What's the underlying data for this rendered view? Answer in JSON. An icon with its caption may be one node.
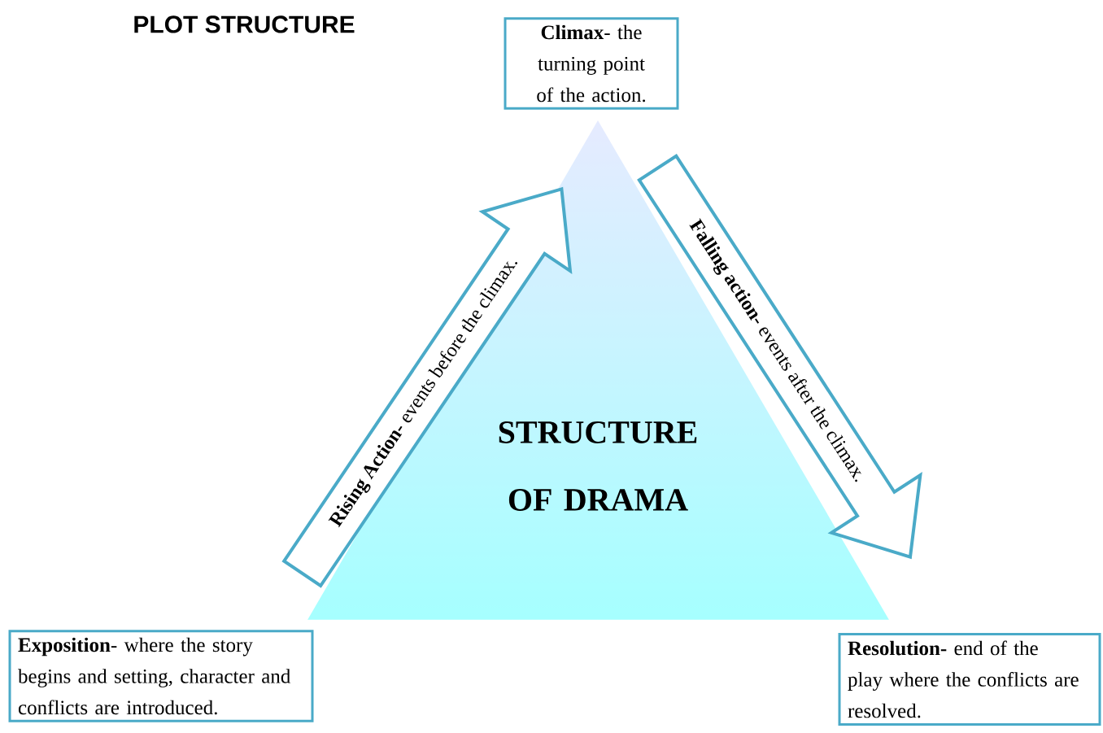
{
  "diagram": {
    "title": "PLOT STRUCTURE",
    "nodes": [
      {
        "text": [
          "**Climax**- the turning point of the action."
        ]
      },
      {
        "text": [
          "STRUCTURE OF DRAMA"
        ]
      },
      {
        "text": [
          "**Rising Action-** events before the climax."
        ]
      },
      {
        "text": [
          "**Falling action-** events after the climax."
        ]
      },
      {
        "text": [
          "**Exposition**- where the story begins and setting, character and conflicts are introduced."
        ]
      },
      {
        "text": [
          "**Resolution-** end of the play where the conflicts are resolved."
        ]
      }
    ]
  }
}
